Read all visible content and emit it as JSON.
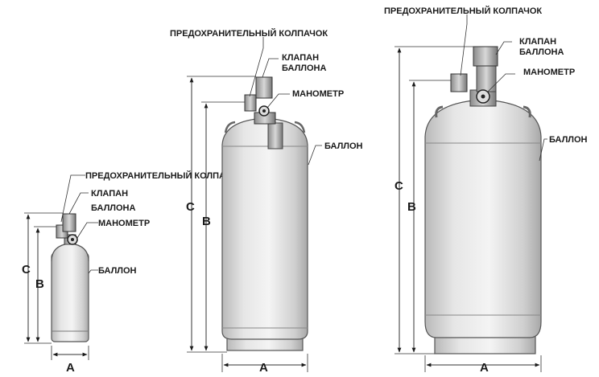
{
  "labels": {
    "safety_cap": "ПРЕДОХРАНИТЕЛЬНЫЙ КОЛПАЧОК",
    "valve_line1": "КЛАПАН",
    "valve_line2": "БАЛЛОНА",
    "gauge": "МАНОМЕТР",
    "cylinder": "БАЛЛОН"
  },
  "dimensions": {
    "a": "A",
    "b": "B",
    "c": "C"
  }
}
